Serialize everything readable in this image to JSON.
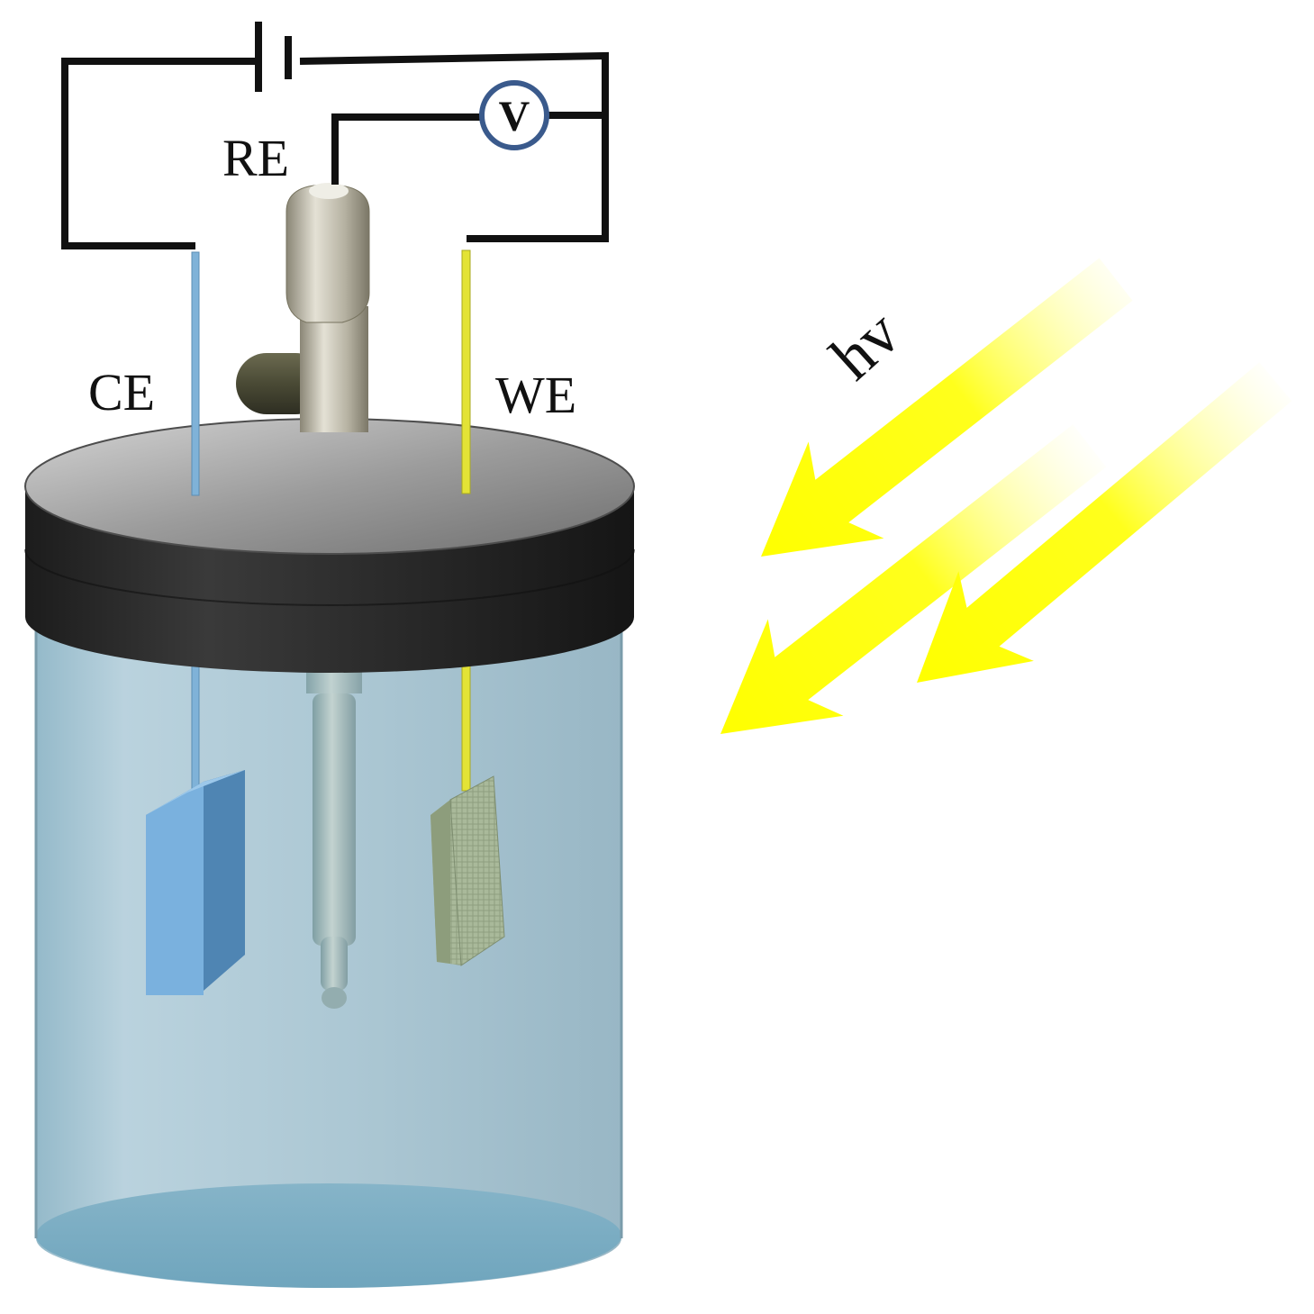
{
  "labels": {
    "reference_electrode": "RE",
    "counter_electrode": "CE",
    "working_electrode": "WE",
    "light": "hv",
    "voltmeter": "V"
  },
  "colors": {
    "wire": "#111111",
    "counter_electrode": "#7fb2d8",
    "working_electrode": "#e3e336",
    "light_arrow": "#ffff00",
    "electrolyte": "#a9cad8",
    "lid": "#2c2c2c",
    "voltmeter_ring": "#3a5a8c"
  },
  "icons": {
    "battery": "battery-icon",
    "voltmeter": "voltmeter-icon"
  }
}
